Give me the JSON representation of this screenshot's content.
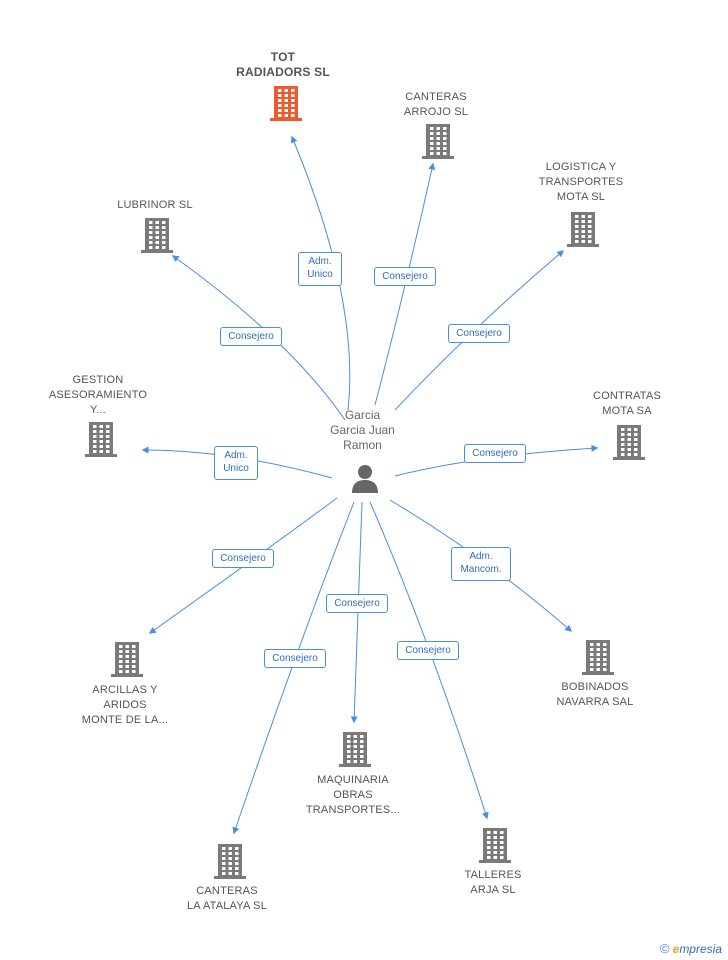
{
  "center": {
    "name": "Garcia\nGarcia Juan\nRamon"
  },
  "colors": {
    "edge": "#4a8fdc",
    "building": "#7a7a7a",
    "building_main": "#ee5a2f",
    "person": "#666666"
  },
  "nodes": [
    {
      "id": "tot",
      "label": "TOT\nRADIADORS SL",
      "role": "Adm.\nUnico",
      "main": true
    },
    {
      "id": "canteras",
      "label": "CANTERAS\nARROJO SL",
      "role": "Consejero"
    },
    {
      "id": "logistica",
      "label": "LOGISTICA Y\nTRANSPORTES\nMOTA SL",
      "role": "Consejero"
    },
    {
      "id": "lubrinor",
      "label": "LUBRINOR  SL",
      "role": "Consejero"
    },
    {
      "id": "gestion",
      "label": "GESTION\nASESORAMIENTO\nY...",
      "role": "Adm.\nUnico"
    },
    {
      "id": "contratas",
      "label": "CONTRATAS\nMOTA SA",
      "role": "Consejero"
    },
    {
      "id": "arcillas",
      "label": "ARCILLAS Y\nARIDOS\nMONTE DE LA...",
      "role": "Consejero"
    },
    {
      "id": "bobinados",
      "label": "BOBINADOS\nNAVARRA SAL",
      "role": "Adm.\nMancom."
    },
    {
      "id": "maquinaria",
      "label": "MAQUINARIA\nOBRAS\nTRANSPORTES...",
      "role": "Consejero"
    },
    {
      "id": "atalaya",
      "label": "CANTERAS\nLA ATALAYA SL",
      "role": "Consejero"
    },
    {
      "id": "talleres",
      "label": "TALLERES\nARJA SL",
      "role": "Consejero"
    }
  ],
  "footer": {
    "copyright": "©",
    "brand_initial": "e",
    "brand_rest": "mpresia"
  }
}
